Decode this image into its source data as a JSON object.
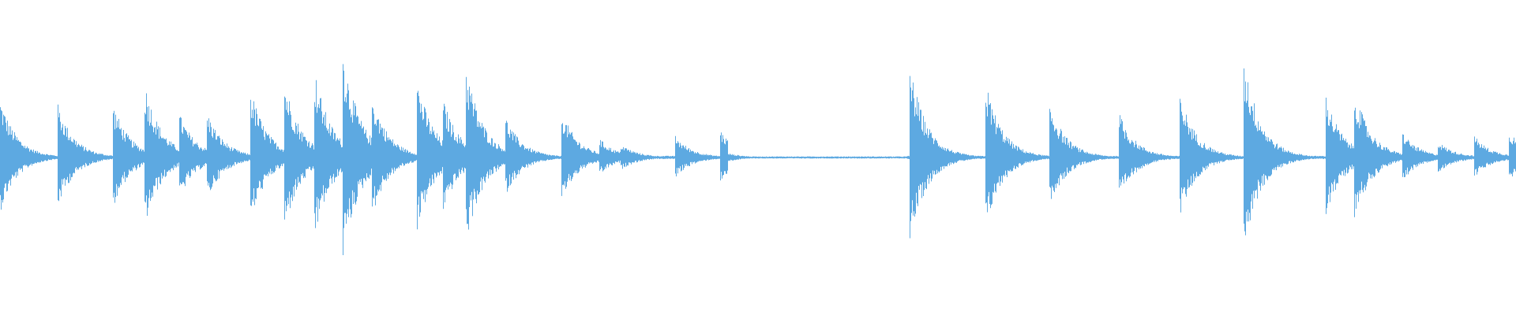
{
  "waveform": {
    "color": "#5DA9E1",
    "duration_fraction_markers": [
      {
        "t": 0.0,
        "peak": 0.42
      },
      {
        "t": 0.038,
        "peak": 0.38
      },
      {
        "t": 0.074,
        "peak": 0.4
      },
      {
        "t": 0.095,
        "peak": 0.55
      },
      {
        "t": 0.118,
        "peak": 0.32
      },
      {
        "t": 0.136,
        "peak": 0.34
      },
      {
        "t": 0.165,
        "peak": 0.5
      },
      {
        "t": 0.187,
        "peak": 0.58
      },
      {
        "t": 0.207,
        "peak": 0.64
      },
      {
        "t": 0.226,
        "peak": 0.78
      },
      {
        "t": 0.245,
        "peak": 0.46
      },
      {
        "t": 0.275,
        "peak": 0.56
      },
      {
        "t": 0.292,
        "peak": 0.42
      },
      {
        "t": 0.307,
        "peak": 0.68
      },
      {
        "t": 0.333,
        "peak": 0.3
      },
      {
        "t": 0.37,
        "peak": 0.34
      },
      {
        "t": 0.395,
        "peak": 0.14
      },
      {
        "t": 0.409,
        "peak": 0.1
      },
      {
        "t": 0.445,
        "peak": 0.16
      },
      {
        "t": 0.475,
        "peak": 0.2
      },
      {
        "t": 0.6,
        "peak": 0.66
      },
      {
        "t": 0.65,
        "peak": 0.54
      },
      {
        "t": 0.692,
        "peak": 0.4
      },
      {
        "t": 0.738,
        "peak": 0.32
      },
      {
        "t": 0.778,
        "peak": 0.46
      },
      {
        "t": 0.82,
        "peak": 0.74
      },
      {
        "t": 0.874,
        "peak": 0.46
      },
      {
        "t": 0.893,
        "peak": 0.5
      },
      {
        "t": 0.925,
        "peak": 0.18
      },
      {
        "t": 0.948,
        "peak": 0.12
      },
      {
        "t": 0.972,
        "peak": 0.16
      },
      {
        "t": 0.995,
        "peak": 0.2
      }
    ]
  }
}
